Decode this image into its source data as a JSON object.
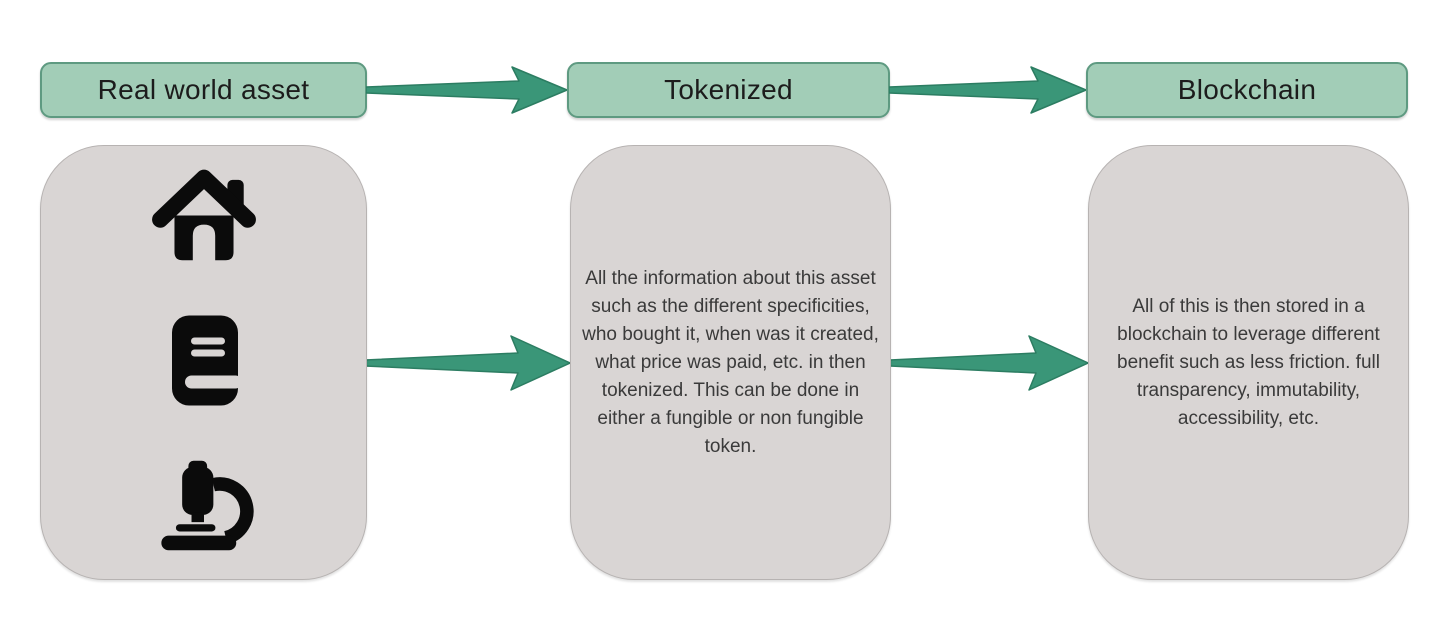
{
  "title": "Real world asset tokenization flow diagram",
  "colors": {
    "background": "#ffffff",
    "header_fill": "#a2cdb7",
    "header_border": "#5e9a81",
    "card_fill": "#d9d5d4",
    "card_border": "#b7b3b2",
    "arrow_fill": "#3a9678",
    "arrow_stroke": "#2c7d62",
    "header_text": "#1c1c1c",
    "body_text": "#3a3a3a",
    "icon_color": "#0b0b0b"
  },
  "flow": {
    "headers": [
      {
        "label": "Real world asset"
      },
      {
        "label": "Tokenized"
      },
      {
        "label": "Blockchain"
      }
    ],
    "arrows": [
      {
        "name": "real-world-asset-to-tokenized"
      },
      {
        "name": "tokenized-to-blockchain"
      },
      {
        "name": "asset-card-to-tokenized-card"
      },
      {
        "name": "tokenized-card-to-blockchain-card"
      }
    ],
    "cards": [
      {
        "type": "icons",
        "icons": [
          "house-icon",
          "book-icon",
          "microscope-icon"
        ]
      },
      {
        "type": "text",
        "text": "All the information about this asset such as the different specificities, who bought it, when was it created, what price was paid, etc. in then tokenized. This can be done in either a fungible or non fungible token."
      },
      {
        "type": "text",
        "text": "All of this is then stored in a blockchain to leverage different benefit such as less friction. full transparency, immutability, accessibility, etc."
      }
    ]
  }
}
